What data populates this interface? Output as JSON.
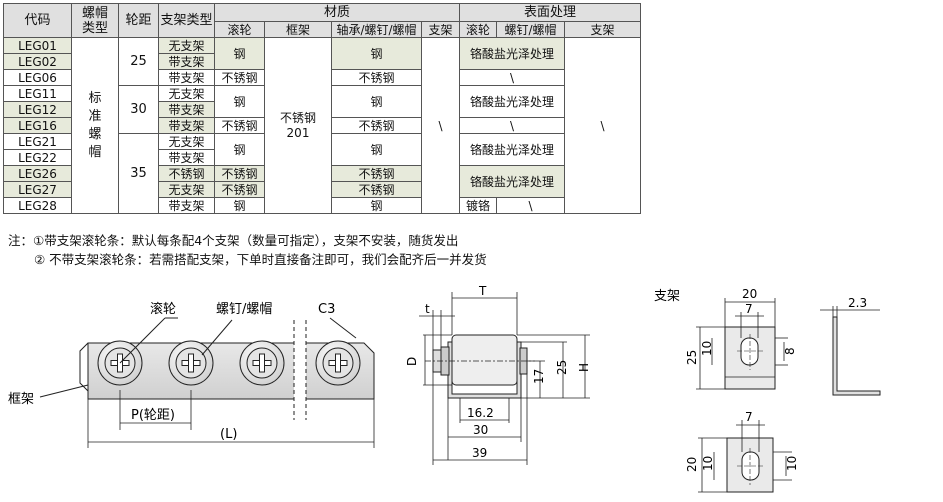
{
  "table": {
    "headers": {
      "code": "代码",
      "nut_type": "螺帽\n类型",
      "wheel_pitch": "轮距",
      "bracket_type": "支架类型",
      "material": "材质",
      "surface": "表面处理",
      "sub_roller": "滚轮",
      "sub_frame": "框架",
      "sub_bearing": "轴承/螺钉/螺帽",
      "sub_bracket": "支架",
      "sub_roller2": "滚轮",
      "sub_screw_nut": "螺钉/螺帽",
      "sub_bracket2": "支架"
    },
    "codes": [
      "LEG01",
      "LEG02",
      "LEG06",
      "LEG11",
      "LEG12",
      "LEG16",
      "LEG21",
      "LEG22",
      "LEG26",
      "LEG27",
      "LEG28"
    ],
    "nut_type": "标\n准\n螺\n帽",
    "pitches": [
      "25",
      "30",
      "35"
    ],
    "bracket_types": [
      "无支架",
      "带支架",
      "带支架",
      "无支架",
      "带支架",
      "带支架",
      "无支架",
      "带支架",
      "不锈钢",
      "无支架",
      "带支架"
    ],
    "mat_steel": "钢",
    "mat_stainless": "不锈钢",
    "frame_material": "不锈钢\n201",
    "chromate": "铬酸盐光泽处理",
    "chrome_plating": "镀铬",
    "backslash": "\\"
  },
  "notes": {
    "line1": "注：①带支架滚轮条：默认每条配4个支架（数量可指定），支架不安装，随货发出",
    "line2": "② 不带支架滚轮条：若需搭配支架，下单时直接备注即可，我们会配齐后一并发货"
  },
  "drawing_front": {
    "label_roller": "滚轮",
    "label_screw_nut": "螺钉/螺帽",
    "label_c3": "C3",
    "label_frame": "框架",
    "label_pitch": "P(轮距)",
    "label_length": "(L)"
  },
  "drawing_side": {
    "label_t_small": "t",
    "label_T": "T",
    "label_D": "D",
    "label_H": "H",
    "dim_17": "17",
    "dim_25": "25",
    "dim_16_2": "16.2",
    "dim_30": "30",
    "dim_39": "39"
  },
  "drawing_bracket": {
    "title": "支架",
    "dim_20_top": "20",
    "dim_7_top": "7",
    "dim_25": "25",
    "dim_10": "10",
    "dim_8": "8",
    "dim_2_3": "2.3",
    "dim_7_bottom": "7",
    "dim_20_left": "20",
    "dim_10_left": "10",
    "dim_10_right": "10"
  }
}
